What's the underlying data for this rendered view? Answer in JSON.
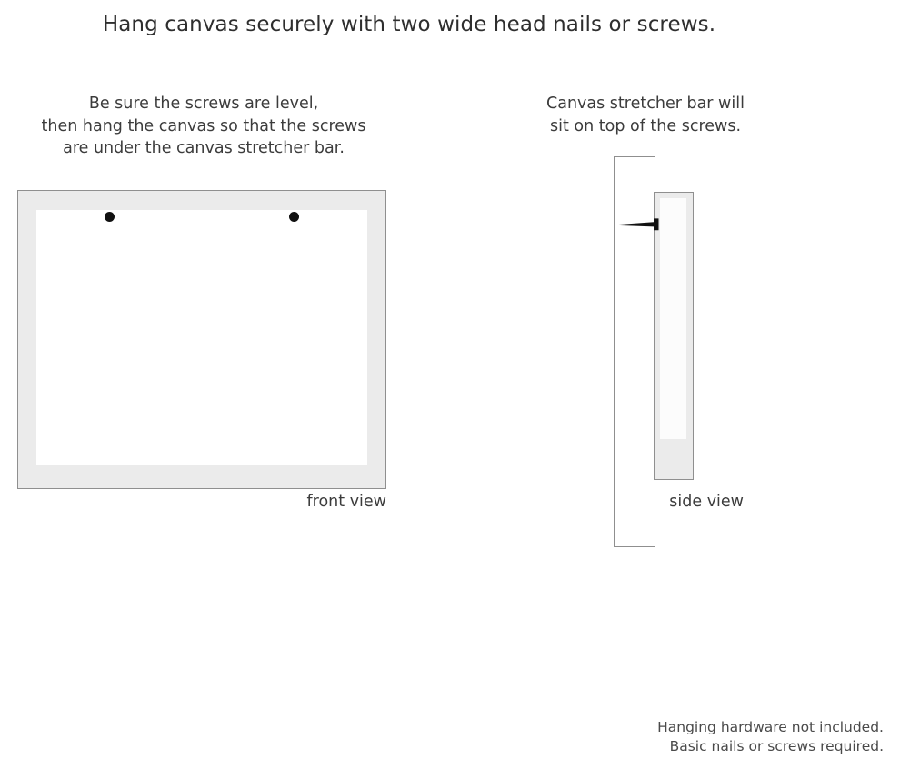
{
  "title": "Hang canvas securely with two wide head nails or screws.",
  "captions": {
    "left": [
      "Be sure the screws are level,",
      "then hang the canvas so that the screws",
      "are under the canvas stretcher bar."
    ],
    "right": [
      "Canvas stretcher bar will",
      "sit on top of the screws."
    ]
  },
  "labels": {
    "front_view": "front view",
    "side_view": "side view"
  },
  "footer": [
    "Hanging hardware not included.",
    "Basic nails or screws required."
  ],
  "diagram": {
    "front_view": {
      "frame_fill": "#ebebeb",
      "frame_border": "#8f8f8f",
      "inner_fill": "#ffffff",
      "screw_color": "#111111",
      "screw_count": 2
    },
    "side_view": {
      "wall_fill": "#ffffff",
      "wall_border": "#8f8f8f",
      "stretcher_bar_fill": "#ebebeb",
      "canvas_face_fill": "#fcfcfc",
      "nail_color": "#111111"
    }
  }
}
